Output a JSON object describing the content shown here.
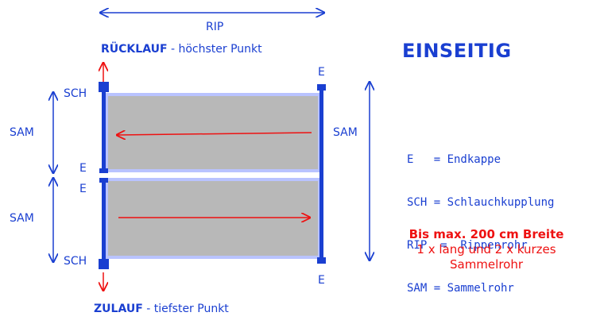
{
  "diagram": {
    "rip_label": "RIP",
    "ruecklauf": {
      "bold": "RÜCKLAUF",
      "rest": " - höchster Punkt"
    },
    "zulauf": {
      "bold": "ZULAUF",
      "rest": " - tiefster Punkt"
    },
    "title": "EINSEITIG",
    "labels": {
      "sch_top": "SCH",
      "sch_bottom": "SCH",
      "sam_left_top": "SAM",
      "sam_left_bottom": "SAM",
      "sam_right": "SAM",
      "e_top_right": "E",
      "e_mid_upper": "E",
      "e_mid_lower": "E",
      "e_bottom_right": "E"
    },
    "legend": [
      "E   = Endkappe",
      "SCH = Schlauchkupplung",
      "RIP  =  Rippenrohr",
      "SAM = Sammelrohr"
    ],
    "note": {
      "line1": "Bis max. 200 cm Breite",
      "line2": "1 x lang und 2 x kurzes",
      "line3": "Sammelrohr"
    },
    "colors": {
      "pipe": "#1a3fd1",
      "fill": "#b8b8b8",
      "fill_border": "#b9c3ff",
      "flow_arrow": "#ee1111"
    }
  }
}
